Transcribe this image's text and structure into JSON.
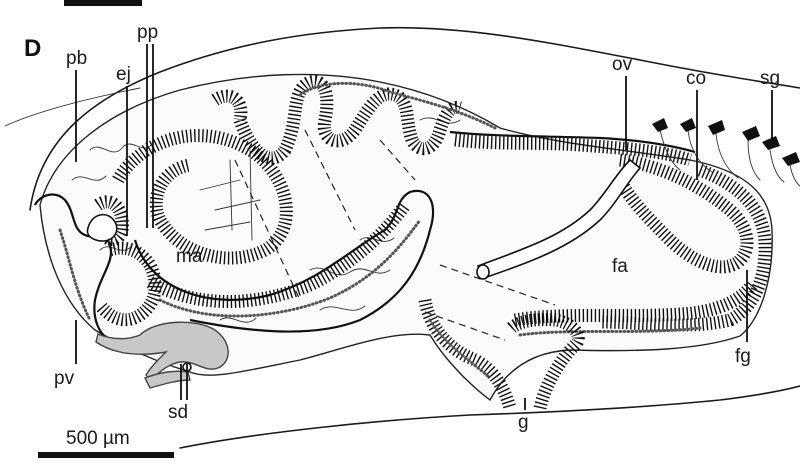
{
  "panel_letter": "D",
  "labels": {
    "pb": "pb",
    "pp": "pp",
    "ej": "ej",
    "ma": "ma",
    "pv": "pv",
    "sd": "sd",
    "ov": "ov",
    "co": "co",
    "sg": "sg",
    "fa": "fa",
    "fg": "fg",
    "g": "g"
  },
  "scale_bar": {
    "label": "500 µm"
  },
  "colors": {
    "ink": "#1a1a1a",
    "duct_fill": "#c8c8c8",
    "background": "#ffffff"
  }
}
